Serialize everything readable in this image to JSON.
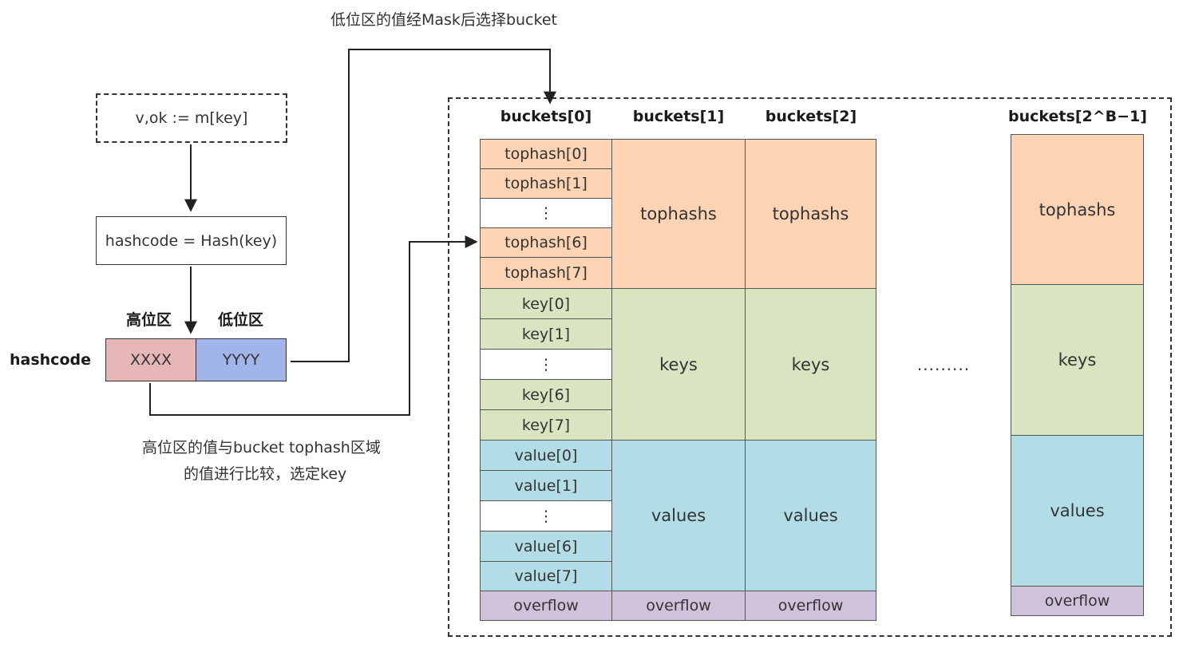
{
  "top_caption": "低位区的值经Mask后选择bucket",
  "lookup_expr": "v,ok := m[key]",
  "hash_expr": "hashcode = Hash(key)",
  "high_bits_label": "高位区",
  "low_bits_label": "低位区",
  "hashcode_label": "hashcode",
  "high_bits_value": "XXXX",
  "low_bits_value": "YYYY",
  "compare_caption_line1": "高位区的值与bucket tophash区域",
  "compare_caption_line2": "的值进行比较，选定key",
  "ellipsis_between": "·········",
  "bucket0": {
    "header": "buckets[0]",
    "rows": [
      "tophash[0]",
      "tophash[1]",
      "⋮",
      "tophash[6]",
      "tophash[7]",
      "key[0]",
      "key[1]",
      "⋮",
      "key[6]",
      "key[7]",
      "value[0]",
      "value[1]",
      "⋮",
      "value[6]",
      "value[7]",
      "overflow"
    ]
  },
  "bucket1": {
    "header": "buckets[1]",
    "tophashs": "tophashs",
    "keys": "keys",
    "values": "values",
    "overflow": "overflow"
  },
  "bucket2": {
    "header": "buckets[2]",
    "tophashs": "tophashs",
    "keys": "keys",
    "values": "values",
    "overflow": "overflow"
  },
  "bucketLast": {
    "header": "buckets[2^B−1]",
    "tophashs": "tophashs",
    "keys": "keys",
    "values": "values",
    "overflow": "overflow"
  },
  "colors": {
    "tophash": "#fcd3b3",
    "keys": "#d9e4c1",
    "values": "#b3dde6",
    "overflow": "#d1c2dc",
    "high_bits": "#e7b7b8",
    "low_bits": "#a2b5ea"
  }
}
